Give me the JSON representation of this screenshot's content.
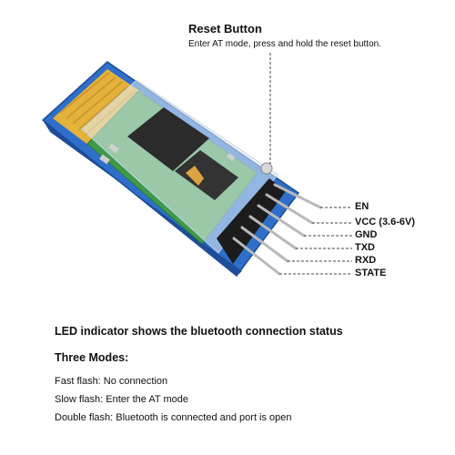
{
  "reset": {
    "title": "Reset Button",
    "description": "Enter AT mode, press and hold the reset button."
  },
  "pins": [
    {
      "label": "EN"
    },
    {
      "label": "VCC (3.6-6V)"
    },
    {
      "label": "GND"
    },
    {
      "label": "TXD"
    },
    {
      "label": "RXD"
    },
    {
      "label": "STATE"
    }
  ],
  "led_text": "LED indicator shows the bluetooth connection status",
  "modes_title": "Three Modes:",
  "modes": [
    {
      "name": "Fast flash:",
      "desc": " No connection"
    },
    {
      "name": "Slow flash:",
      "desc": " Enter the AT mode"
    },
    {
      "name": "Double flash:",
      "desc": " Bluetooth is connected and port is open"
    }
  ],
  "colors": {
    "pcb_blue": "#2f6fc9",
    "pcb_green": "#3e9a4a",
    "gold": "#e4b23a",
    "chip": "#2b2b2b"
  }
}
